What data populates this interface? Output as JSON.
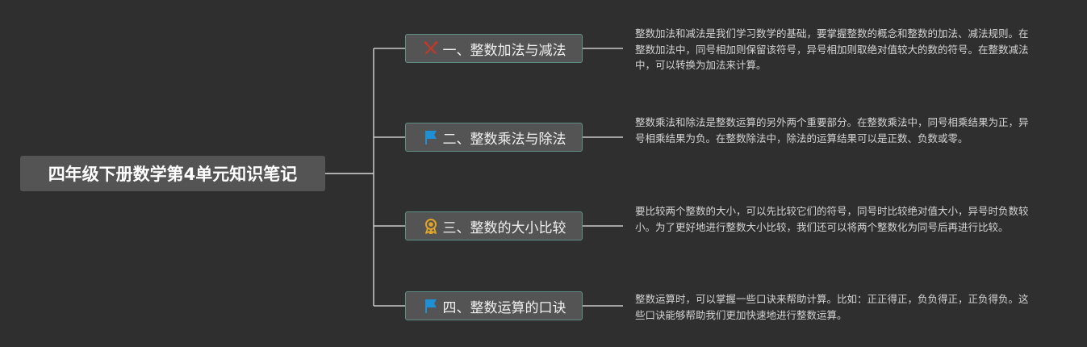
{
  "root": {
    "title": "四年级下册数学第4单元知识笔记"
  },
  "branches": [
    {
      "label": "一、整数加法与减法",
      "icon": "crossed-tools-icon",
      "note": "整数加法和减法是我们学习数学的基础，要掌握整数的概念和整数的加法、减法规则。在整数加法中，同号相加则保留该符号，异号相加则取绝对值较大的数的符号。在整数减法中，可以转换为加法来计算。"
    },
    {
      "label": "二、整数乘法与除法",
      "icon": "blue-flag-icon",
      "note": "整数乘法和除法是整数运算的另外两个重要部分。在整数乘法中，同号相乘结果为正，异号相乘结果为负。在整数除法中，除法的运算结果可以是正数、负数或零。"
    },
    {
      "label": "三、整数的大小比较",
      "icon": "award-ribbon-icon",
      "note": "要比较两个整数的大小，可以先比较它们的符号，同号时比较绝对值大小，异号时负数较小。为了更好地进行整数大小比较，我们还可以将两个整数化为同号后再进行比较。"
    },
    {
      "label": "四、整数运算的口诀",
      "icon": "blue-flag-icon",
      "note": "整数运算时，可以掌握一些口诀来帮助计算。比如：正正得正，负负得正，正负得负。这些口诀能够帮助我们更加快速地进行整数运算。"
    }
  ],
  "colors": {
    "background": "#2f2f2f",
    "node_fill": "#545454",
    "node_border": "#5f8e84",
    "connector": "#c8c8c8",
    "tools_icon": "#c0392b",
    "flag_icon": "#1e90d6",
    "award_icon": "#e0a526"
  }
}
